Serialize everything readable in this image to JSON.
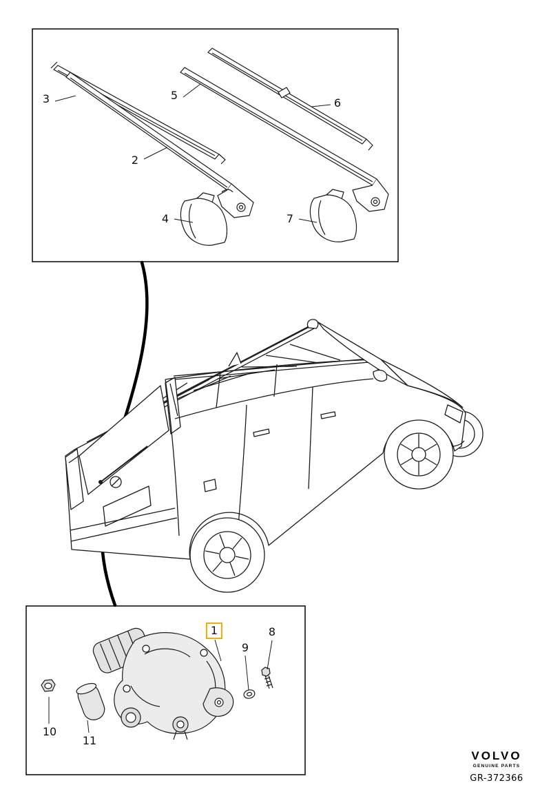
{
  "callouts": [
    {
      "text": "1",
      "highlighted": true
    },
    {
      "text": "2"
    },
    {
      "text": "3"
    },
    {
      "text": "4"
    },
    {
      "text": "5"
    },
    {
      "text": "6"
    },
    {
      "text": "7"
    },
    {
      "text": "8"
    },
    {
      "text": "9"
    },
    {
      "text": "10"
    },
    {
      "text": "11"
    }
  ],
  "footer": {
    "brand": "VOLVO",
    "tagline": "GENUINE PARTS",
    "code": "GR-372366"
  },
  "colors": {
    "highlight": "#F0B000",
    "line": "#1a1a1a",
    "background": "#ffffff"
  }
}
